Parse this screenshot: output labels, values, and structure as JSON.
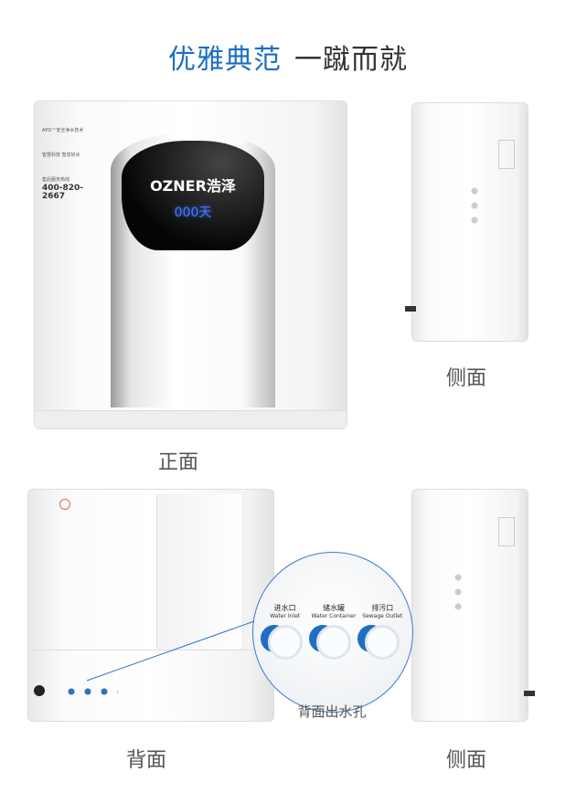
{
  "header": {
    "title_blue": "优雅典范",
    "title_dark": "一蹴而就"
  },
  "front": {
    "brand": "OZNER浩泽",
    "display": "000天",
    "tech_label": "APO™安全净水技术",
    "monitor_label": "智慧科技  智享好水",
    "hotline_label": "售后服务热线",
    "hotline": "400-820-2667",
    "caption": "正面"
  },
  "side_top": {
    "caption": "侧面"
  },
  "back": {
    "caption": "背面",
    "detail_caption": "背面出水孔",
    "ports": [
      {
        "cn": "进水口",
        "en": "Water Inlet"
      },
      {
        "cn": "储水罐",
        "en": "Water Container"
      },
      {
        "cn": "排污口",
        "en": "Sewage Outlet"
      }
    ]
  },
  "side_bottom": {
    "caption": "侧面"
  },
  "colors": {
    "accent": "#1b6fc2",
    "display": "#3b6bff"
  }
}
